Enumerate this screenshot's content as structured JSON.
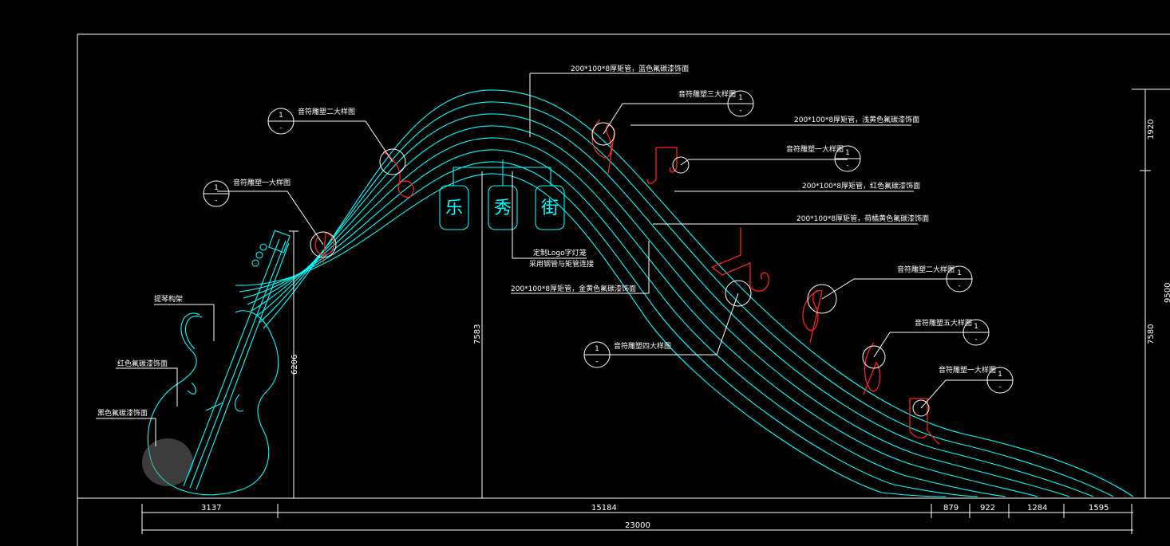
{
  "colors": {
    "background": "#000000",
    "structure": "#00ffff",
    "notes": "#ff2020",
    "annotation": "#ffffff"
  },
  "callouts": {
    "tube_blue": "200*100*8厚矩管，蓝色氟碳漆饰面",
    "tube_lightyellow": "200*100*8厚矩管，浅黄色氟碳漆饰面",
    "tube_red": "200*100*8厚矩管，红色氟碳漆饰面",
    "tube_orange": "200*100*8厚矩管，荷橘黄色氟碳漆饰面",
    "tube_gold": "200*100*8厚矩管，金黄色氟碳漆饰面",
    "lantern_note_1": "定制Logo字灯笼",
    "lantern_note_2": "采用钢管与矩管连接",
    "violin_frame": "提琴构架",
    "violin_red": "红色氟碳漆饰面",
    "violin_black": "黑色氟碳漆饰面"
  },
  "detail_refs": [
    {
      "label": "音符雕塑二大样图",
      "num": "1",
      "sub": "-"
    },
    {
      "label": "音符雕塑一大样图",
      "num": "1",
      "sub": "-"
    },
    {
      "label": "音符雕塑三大样图",
      "num": "1",
      "sub": "-"
    },
    {
      "label": "音符雕塑一大样图",
      "num": "1",
      "sub": "-"
    },
    {
      "label": "音符雕塑四大样图",
      "num": "1",
      "sub": "-"
    },
    {
      "label": "音符雕塑二大样图",
      "num": "1",
      "sub": "-"
    },
    {
      "label": "音符雕塑五大样图",
      "num": "1",
      "sub": "-"
    },
    {
      "label": "音符雕塑一大样图",
      "num": "1",
      "sub": "-"
    }
  ],
  "lanterns": [
    "乐",
    "秀",
    "街"
  ],
  "dimensions": {
    "bottom": [
      "3137",
      "15184",
      "879",
      "922",
      "1284",
      "1595"
    ],
    "total": "23000",
    "violin_height": "6206",
    "center_height": "7583",
    "right_top": "1920",
    "right_main": "7580",
    "right_cut": "9500"
  }
}
